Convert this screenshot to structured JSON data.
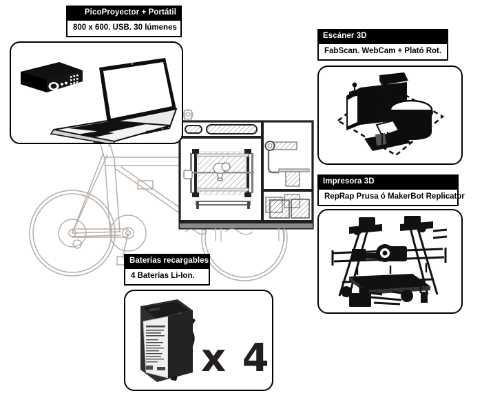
{
  "diagram": {
    "title": "Mobile FabLab bicycle equipment diagram",
    "colors": {
      "ink": "#000000",
      "panel_border": "#000000",
      "bike_line": "#b3a9a2",
      "box_line": "#231f20",
      "hatch": "#8c8c8c",
      "battery_dark": "#2b2b2b",
      "x4_color": "#231f20"
    }
  },
  "callouts": [
    {
      "id": "picoprojector",
      "header": "PicoProyector + Portátil",
      "sub": "800 x 600. USB.  30 lúmenes",
      "align": "right"
    },
    {
      "id": "scanner",
      "header": "Escáner 3D",
      "sub": "FabScan. WebCam + Plató Rot.",
      "align": "left"
    },
    {
      "id": "printer",
      "header": "Impresora 3D",
      "sub": "RepRap Prusa ó MakerBot Replicator",
      "align": "left"
    },
    {
      "id": "batteries",
      "header": "Baterías recargables",
      "sub": "4 Baterías Li-Ion.",
      "align": "left"
    }
  ],
  "panels": [
    {
      "id": "projector-laptop",
      "caption": "Pico projector and laptop illustration"
    },
    {
      "id": "scanner-3d",
      "caption": "FabScan 3D scanner with webcam and rotating platform"
    },
    {
      "id": "printer-3d",
      "caption": "RepRap Prusa 3D printer"
    },
    {
      "id": "battery-pack",
      "caption": "Rechargeable Li-Ion battery pack"
    }
  ],
  "battery_multiplier": "x 4",
  "vehicle": {
    "label": "cargo bicycle with equipment box",
    "compartments": [
      "stowed projector and laptop (top shelf)",
      "3D printer (center bay)",
      "3D scanner (upper right bay)",
      "batteries (lower right bay)"
    ]
  }
}
